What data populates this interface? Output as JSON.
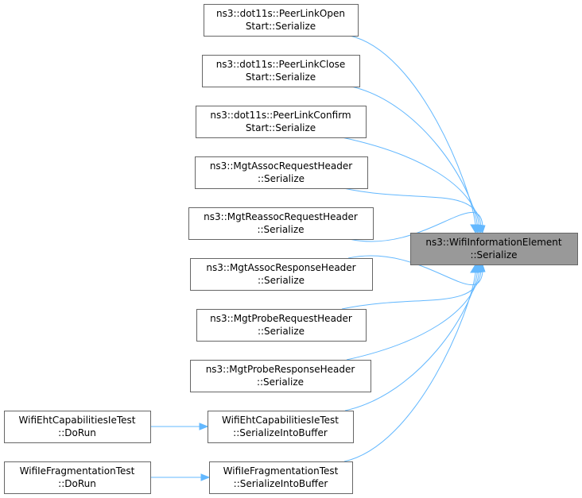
{
  "diagram": {
    "edge_color": "#63b8ff",
    "node_border_color": "#666666",
    "target_fill_color": "#999999",
    "nodes": [
      {
        "id": "target",
        "lines": [
          "ns3::WifiInformationElement",
          "::Serialize"
        ],
        "highlighted": true
      },
      {
        "id": "n1",
        "lines": [
          "ns3::dot11s::PeerLinkOpen",
          "Start::Serialize"
        ]
      },
      {
        "id": "n2",
        "lines": [
          "ns3::dot11s::PeerLinkClose",
          "Start::Serialize"
        ]
      },
      {
        "id": "n3",
        "lines": [
          "ns3::dot11s::PeerLinkConfirm",
          "Start::Serialize"
        ]
      },
      {
        "id": "n4",
        "lines": [
          "ns3::MgtAssocRequestHeader",
          "::Serialize"
        ]
      },
      {
        "id": "n5",
        "lines": [
          "ns3::MgtReassocRequestHeader",
          "::Serialize"
        ]
      },
      {
        "id": "n6",
        "lines": [
          "ns3::MgtAssocResponseHeader",
          "::Serialize"
        ]
      },
      {
        "id": "n7",
        "lines": [
          "ns3::MgtProbeRequestHeader",
          "::Serialize"
        ]
      },
      {
        "id": "n8",
        "lines": [
          "ns3::MgtProbeResponseHeader",
          "::Serialize"
        ]
      },
      {
        "id": "n9",
        "lines": [
          "WifiEhtCapabilitiesIeTest",
          "::SerializeIntoBuffer"
        ]
      },
      {
        "id": "n10",
        "lines": [
          "WifiIeFragmentationTest",
          "::SerializeIntoBuffer"
        ]
      },
      {
        "id": "n11",
        "lines": [
          "WifiEhtCapabilitiesIeTest",
          "::DoRun"
        ]
      },
      {
        "id": "n12",
        "lines": [
          "WifiIeFragmentationTest",
          "::DoRun"
        ]
      }
    ],
    "edges": [
      {
        "from": "n1",
        "to": "target"
      },
      {
        "from": "n2",
        "to": "target"
      },
      {
        "from": "n3",
        "to": "target"
      },
      {
        "from": "n4",
        "to": "target"
      },
      {
        "from": "n5",
        "to": "target"
      },
      {
        "from": "n6",
        "to": "target"
      },
      {
        "from": "n7",
        "to": "target"
      },
      {
        "from": "n8",
        "to": "target"
      },
      {
        "from": "n9",
        "to": "target"
      },
      {
        "from": "n10",
        "to": "target"
      },
      {
        "from": "n11",
        "to": "n9"
      },
      {
        "from": "n12",
        "to": "n10"
      }
    ]
  }
}
